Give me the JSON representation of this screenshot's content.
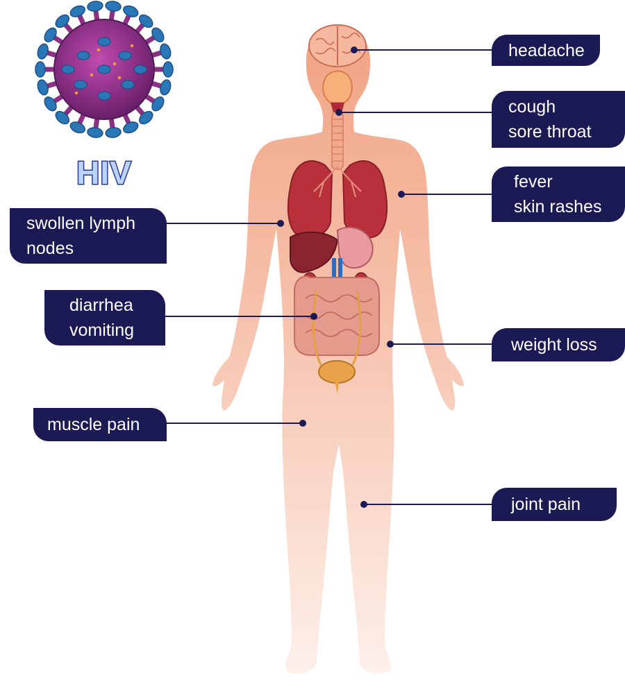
{
  "virus": {
    "title": "HIV"
  },
  "labels": {
    "headache": [
      "headache"
    ],
    "cough": [
      "cough",
      "sore throat"
    ],
    "fever": [
      "fever",
      "skin rashes"
    ],
    "lymph": [
      "swollen lymph",
      "nodes"
    ],
    "diarrhea": [
      "diarrhea",
      "vomiting"
    ],
    "weight": [
      "weight loss"
    ],
    "muscle": [
      "muscle pain"
    ],
    "joint": [
      "joint pain"
    ]
  },
  "colors": {
    "label_bg": "#1b1a54",
    "label_text": "#ffffff",
    "virus_body": "#8e2f86",
    "virus_spike": "#2a77b8",
    "skin": "#f2a98c",
    "organ": "#b8313a"
  }
}
